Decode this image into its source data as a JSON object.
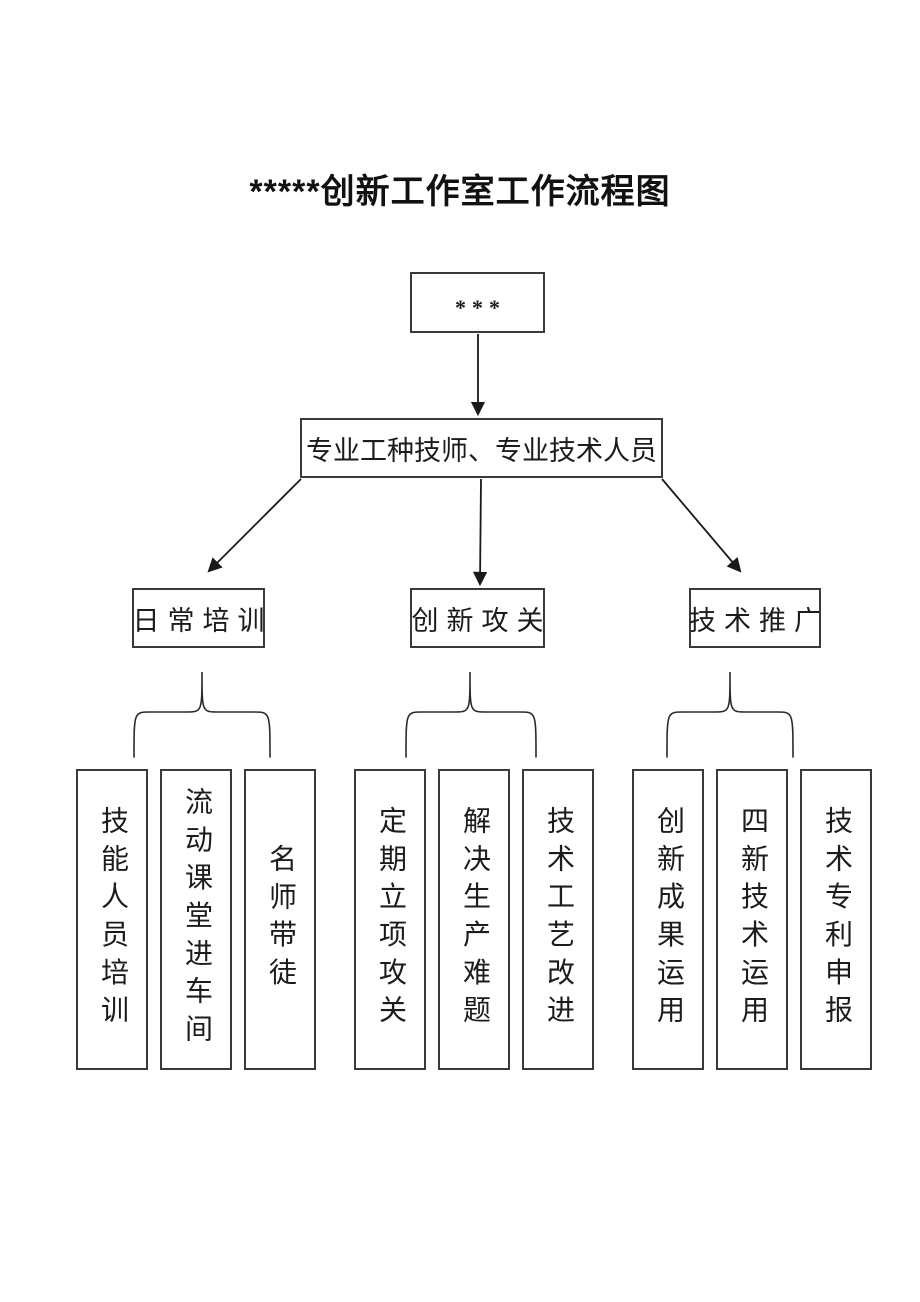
{
  "title": "*****创新工作室工作流程图",
  "flowchart": {
    "root": "***",
    "level2": "专业工种技师、专业技术人员",
    "branches": [
      {
        "label": "日常培训",
        "children": [
          "技能人员培训",
          "流动课堂进车间",
          "名师带徒"
        ]
      },
      {
        "label": "创新攻关",
        "children": [
          "定期立项攻关",
          "解决生产难题",
          "技术工艺改进"
        ]
      },
      {
        "label": "技术推广",
        "children": [
          "创新成果运用",
          "四新技术运用",
          "技术专利申报"
        ]
      }
    ]
  },
  "colors": {
    "background": "#ffffff",
    "box_border": "#3a3a3a",
    "connector_line": "#1a1a1a",
    "text": "#1c1c1c"
  }
}
